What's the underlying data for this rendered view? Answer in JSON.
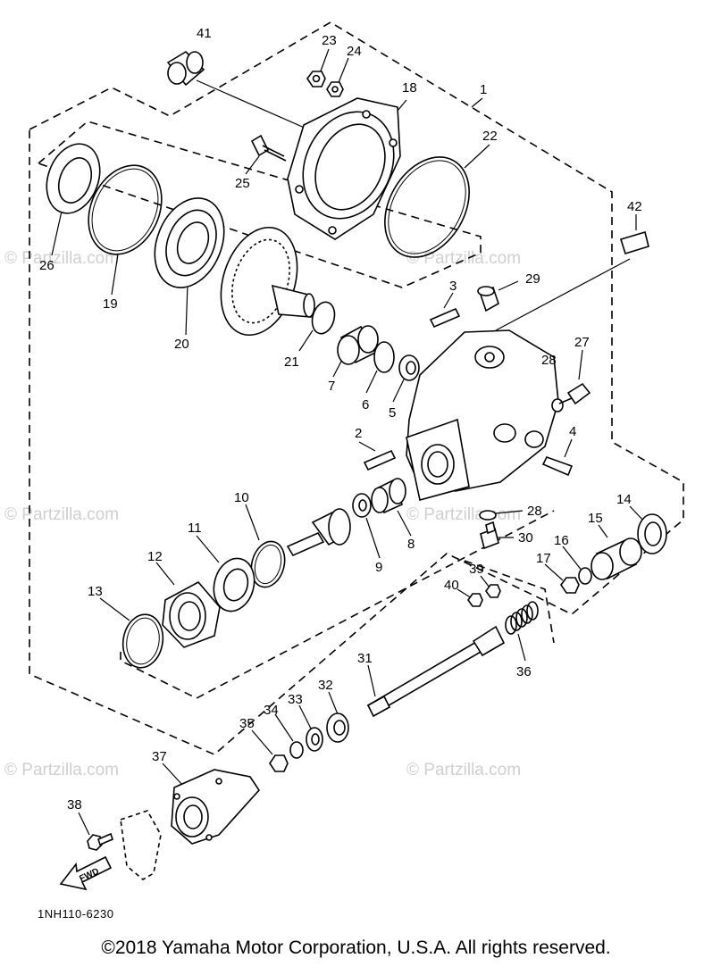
{
  "diagram": {
    "code": "1NH110-6230",
    "copyright": "©2018 Yamaha Motor Corporation, U.S.A. All rights reserved.",
    "watermark": "© Partzilla.com",
    "fwd_label": "FWD",
    "callouts": [
      {
        "id": "1",
        "label": "1"
      },
      {
        "id": "2",
        "label": "2"
      },
      {
        "id": "3",
        "label": "3"
      },
      {
        "id": "4",
        "label": "4"
      },
      {
        "id": "5",
        "label": "5"
      },
      {
        "id": "6",
        "label": "6"
      },
      {
        "id": "7",
        "label": "7"
      },
      {
        "id": "8",
        "label": "8"
      },
      {
        "id": "9",
        "label": "9"
      },
      {
        "id": "10",
        "label": "10"
      },
      {
        "id": "11",
        "label": "11"
      },
      {
        "id": "12",
        "label": "12"
      },
      {
        "id": "13",
        "label": "13"
      },
      {
        "id": "14",
        "label": "14"
      },
      {
        "id": "15",
        "label": "15"
      },
      {
        "id": "16",
        "label": "16"
      },
      {
        "id": "17",
        "label": "17"
      },
      {
        "id": "18",
        "label": "18"
      },
      {
        "id": "19",
        "label": "19"
      },
      {
        "id": "20",
        "label": "20"
      },
      {
        "id": "21",
        "label": "21"
      },
      {
        "id": "22",
        "label": "22"
      },
      {
        "id": "23",
        "label": "23"
      },
      {
        "id": "24",
        "label": "24"
      },
      {
        "id": "25",
        "label": "25"
      },
      {
        "id": "26",
        "label": "26"
      },
      {
        "id": "27",
        "label": "27"
      },
      {
        "id": "28a",
        "label": "28"
      },
      {
        "id": "28b",
        "label": "28"
      },
      {
        "id": "29",
        "label": "29"
      },
      {
        "id": "30",
        "label": "30"
      },
      {
        "id": "31",
        "label": "31"
      },
      {
        "id": "32",
        "label": "32"
      },
      {
        "id": "33",
        "label": "33"
      },
      {
        "id": "34",
        "label": "34"
      },
      {
        "id": "35",
        "label": "35"
      },
      {
        "id": "36",
        "label": "36"
      },
      {
        "id": "37",
        "label": "37"
      },
      {
        "id": "38",
        "label": "38"
      },
      {
        "id": "39",
        "label": "39"
      },
      {
        "id": "40",
        "label": "40"
      },
      {
        "id": "41",
        "label": "41"
      },
      {
        "id": "42",
        "label": "42"
      }
    ]
  }
}
